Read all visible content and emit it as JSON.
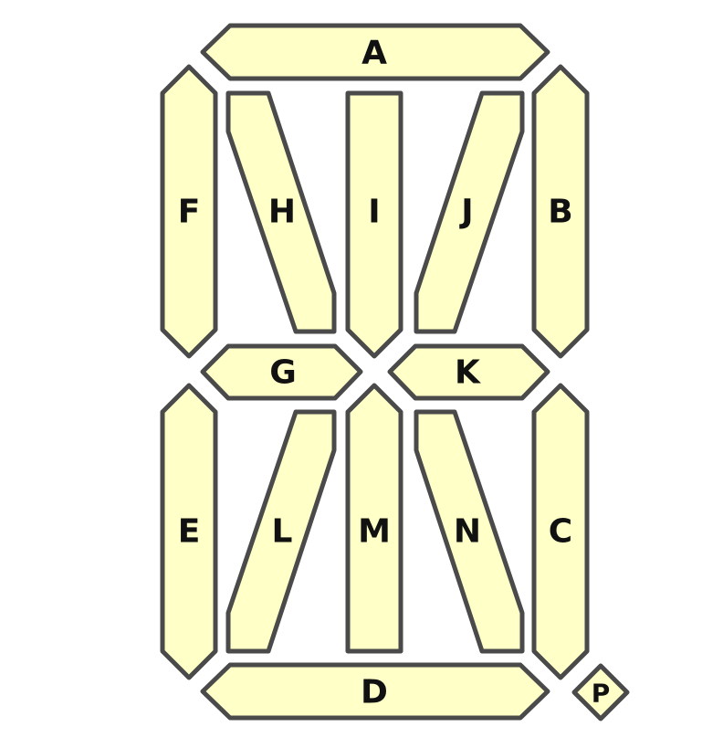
{
  "display": {
    "fill_color": "#ffffc8",
    "stroke_color": "#4a4a4a",
    "segments": [
      {
        "id": "a",
        "label": "A"
      },
      {
        "id": "b",
        "label": "B"
      },
      {
        "id": "c",
        "label": "C"
      },
      {
        "id": "d",
        "label": "D"
      },
      {
        "id": "e",
        "label": "E"
      },
      {
        "id": "f",
        "label": "F"
      },
      {
        "id": "g",
        "label": "G"
      },
      {
        "id": "h",
        "label": "H"
      },
      {
        "id": "i",
        "label": "I"
      },
      {
        "id": "j",
        "label": "J"
      },
      {
        "id": "k",
        "label": "K"
      },
      {
        "id": "l",
        "label": "L"
      },
      {
        "id": "m",
        "label": "M"
      },
      {
        "id": "n",
        "label": "N"
      },
      {
        "id": "p",
        "label": "P"
      }
    ]
  }
}
